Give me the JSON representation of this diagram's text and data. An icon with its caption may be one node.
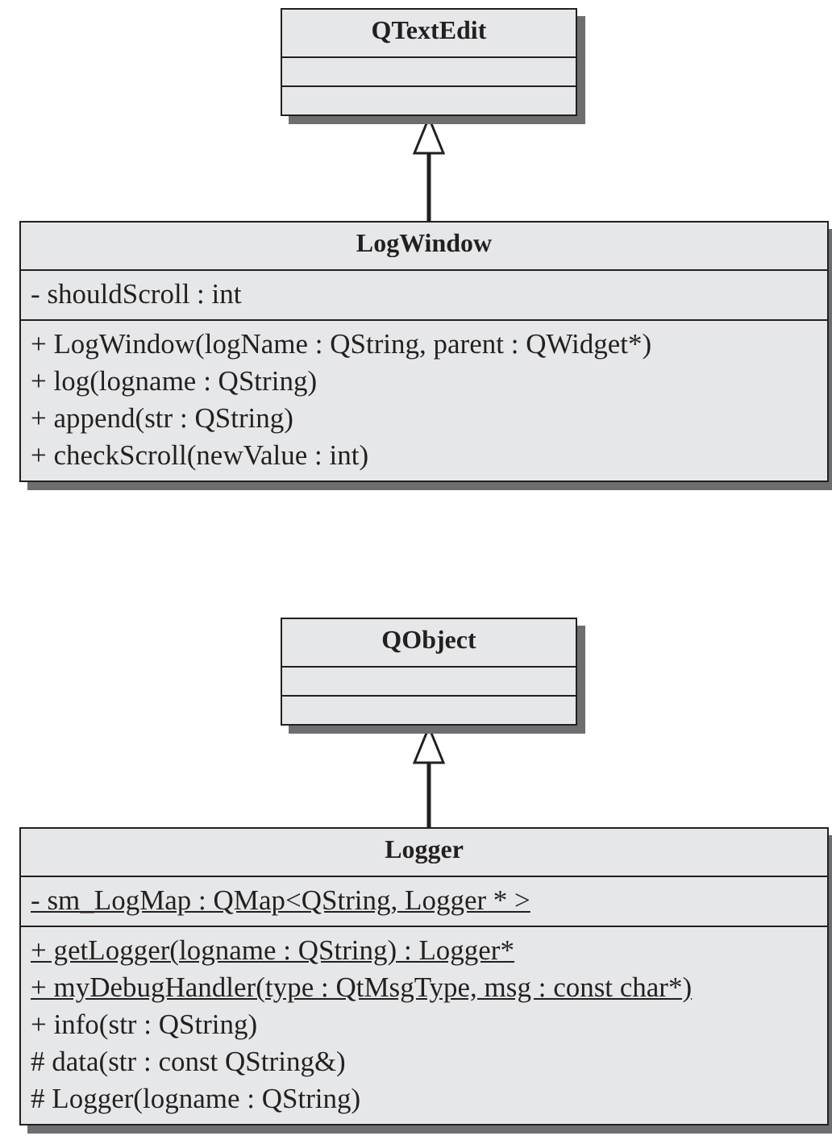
{
  "diagram": {
    "nodes": [
      {
        "text": [
          "QTextEdit"
        ]
      },
      {
        "text": [],
        "shape": "box",
        "in": 0
      },
      {
        "text": [],
        "shape": "box",
        "in": 0
      },
      {
        "text": [
          "LogWindow"
        ]
      },
      {
        "text": [
          "- shouldScroll : int"
        ],
        "in": 3
      },
      {
        "text": [
          "+ LogWindow(logName : QString, parent : QWidget*)",
          "+ log(logname : QString)",
          "+ append(str : QString)",
          "+ checkScroll(newValue : int)"
        ],
        "in": 3
      },
      {
        "text": [
          "QObject"
        ]
      },
      {
        "text": [],
        "shape": "box",
        "in": 6
      },
      {
        "text": [],
        "shape": "box",
        "in": 6
      },
      {
        "text": [
          "Logger"
        ]
      },
      {
        "text": [
          "- sm_LogMap : QMap<QString, Logger * >"
        ],
        "in": 9
      },
      {
        "text": [
          "+ getLogger(logname : QString) : Logger*",
          "+ myDebugHandler(type : QtMsgType, msg : const char*)",
          "+ info(str : QString)",
          "# data(str : const QString&)",
          "# Logger(logname : QString)"
        ],
        "in": 9
      }
    ],
    "edges": [
      {
        "from": 3,
        "to": 0,
        "arrow": "to"
      },
      {
        "from": 9,
        "to": 6,
        "arrow": "to"
      }
    ]
  }
}
